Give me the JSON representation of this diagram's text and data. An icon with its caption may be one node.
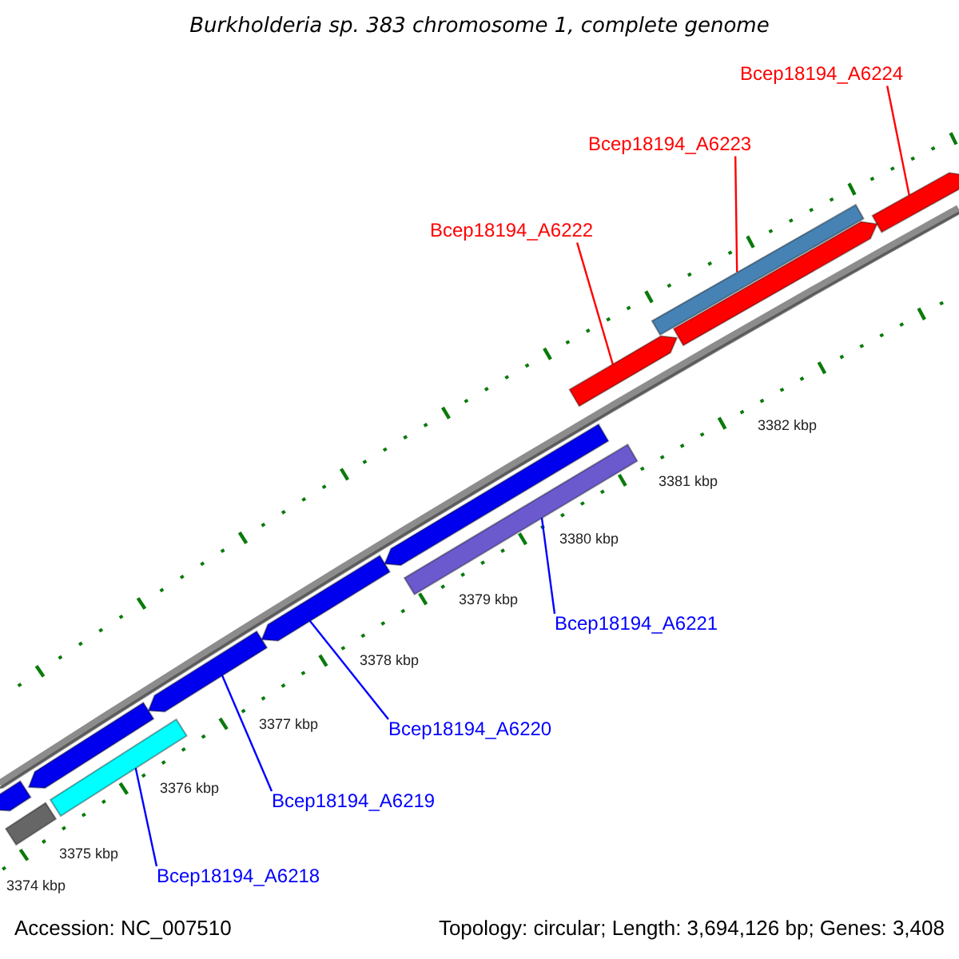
{
  "diagram": {
    "title": "Burkholderia sp. 383 chromosome 1, complete genome",
    "nodes": [
      {
        "text": [
          "Bcep18194_A6224"
        ]
      },
      {
        "text": [
          "Bcep18194_A6223"
        ]
      },
      {
        "text": [
          "Bcep18194_A6222"
        ]
      },
      {
        "text": [
          "Bcep18194_A6221"
        ]
      },
      {
        "text": [
          "Bcep18194_A6220"
        ]
      },
      {
        "text": [
          "Bcep18194_A6219"
        ]
      },
      {
        "text": [
          "Bcep18194_A6218"
        ]
      },
      {
        "text": [],
        "shape": "bar"
      },
      {
        "text": [],
        "shape": "bar"
      },
      {
        "text": [],
        "shape": "bar"
      },
      {
        "text": [],
        "shape": "bar"
      },
      {
        "text": [],
        "shape": "bar"
      },
      {
        "text": [],
        "shape": "bar"
      },
      {
        "text": [],
        "shape": "bar"
      },
      {
        "text": [],
        "shape": "bar"
      },
      {
        "text": [],
        "shape": "bar"
      },
      {
        "text": [],
        "shape": "bar"
      },
      {
        "text": [],
        "shape": "bar"
      },
      {
        "text": [],
        "shape": "bar"
      }
    ],
    "edges": [
      {
        "from": 0,
        "to": 7,
        "arrow": "none",
        "color": "#ff0000"
      },
      {
        "from": 1,
        "to": 8,
        "arrow": "none",
        "color": "#ff0000"
      },
      {
        "from": 2,
        "to": 9,
        "arrow": "none",
        "color": "#ff0000"
      },
      {
        "from": 3,
        "to": 10,
        "arrow": "none"
      },
      {
        "from": 4,
        "to": 11,
        "arrow": "none"
      },
      {
        "from": 5,
        "to": 12,
        "arrow": "none"
      },
      {
        "from": 6,
        "to": 13,
        "arrow": "none"
      }
    ],
    "labels": [
      "3382 kbp",
      "3381 kbp",
      "3380 kbp",
      "3379 kbp",
      "3378 kbp",
      "3377 kbp",
      "3376 kbp",
      "3375 kbp",
      "3374 kbp",
      "Accession: NC_007510",
      "Topology: circular; Length: 3,694,126 bp; Genes: 3,408"
    ]
  }
}
